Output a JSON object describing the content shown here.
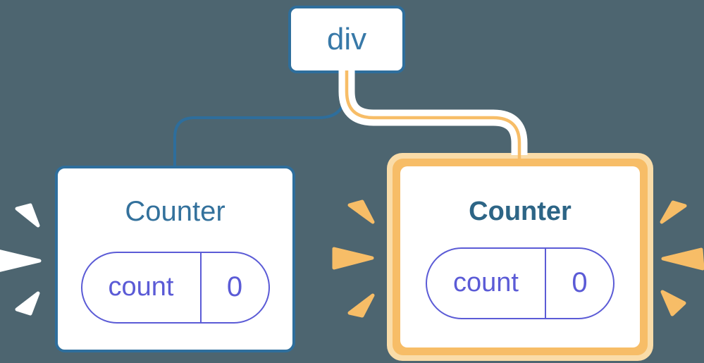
{
  "diagram": {
    "root": {
      "label": "div"
    },
    "edges": [
      {
        "from": "div",
        "to": "counter-left",
        "color": "#2E6E9C",
        "style": "plain-blue-elbow"
      },
      {
        "from": "div",
        "to": "counter-right",
        "color": "#F7BD67",
        "style": "orange-elbow-with-white-casing"
      }
    ],
    "nodes": [
      {
        "id": "counter-left",
        "title": "Counter",
        "highlighted": false,
        "sparks": "white",
        "state_pill": {
          "key": "count",
          "value": "0"
        }
      },
      {
        "id": "counter-right",
        "title": "Counter",
        "highlighted": true,
        "sparks": "orange",
        "state_pill": {
          "key": "count",
          "value": "0"
        }
      }
    ]
  },
  "icons": {
    "spark": "burst-spark-icon"
  },
  "colors": {
    "background": "#4D6570",
    "blue": "#2E6E9C",
    "blue_text": "#3879A8",
    "title_blue": "#33719C",
    "title_blue_bold": "#2D6586",
    "indigo": "#5B5BD6",
    "orange": "#F7BD67",
    "cream": "#FADCA8",
    "white": "#FFFFFF"
  }
}
